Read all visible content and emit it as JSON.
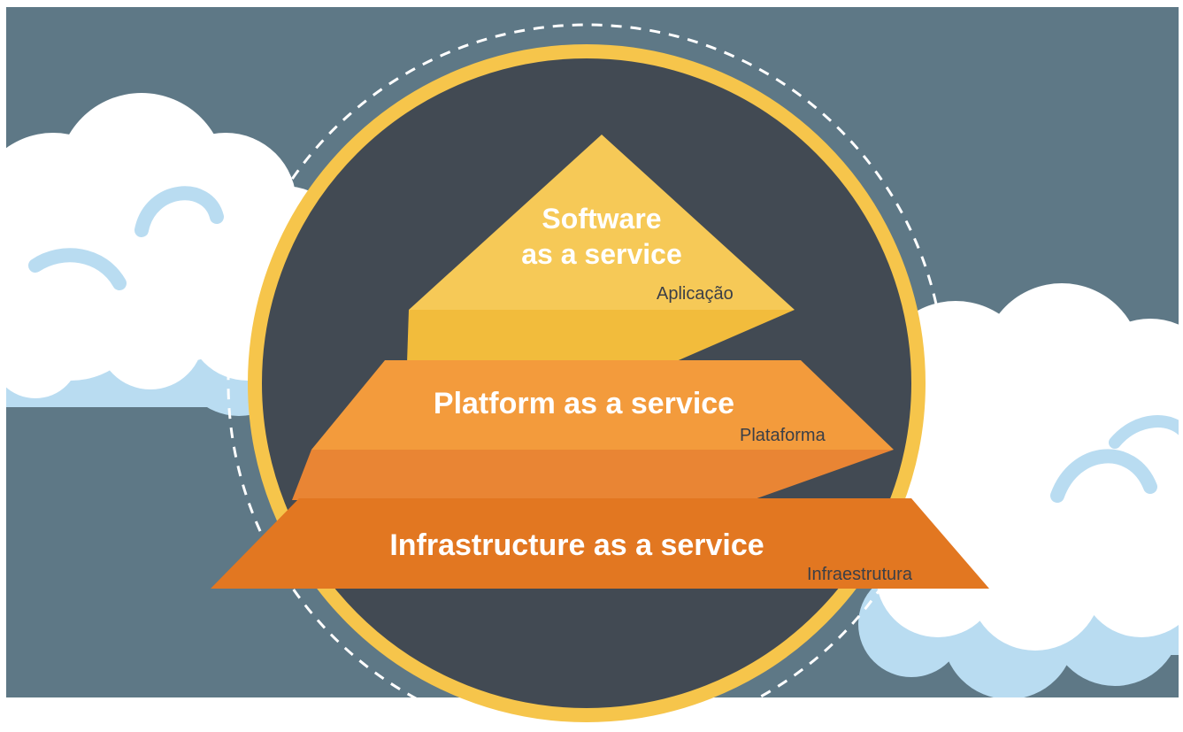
{
  "colors": {
    "sky": "#5e7886",
    "cloud": "#ffffff",
    "cloud_shadow": "#b9dcf1",
    "circle_fill": "#424a53",
    "circle_ring": "#f6c54b",
    "dashed_orbit": "#ffffff",
    "saas": "#f6c957",
    "saas_connector": "#f2bc3c",
    "paas": "#f39b3c",
    "paas_connector": "#e98534",
    "iaas": "#e27721",
    "title_text": "#ffffff",
    "sub_text": "#3b3f47"
  },
  "layers": {
    "saas": {
      "title_line1": "Software",
      "title_line2": "as a service",
      "subtitle": "Aplicação"
    },
    "paas": {
      "title": "Platform as a service",
      "subtitle": "Plataforma"
    },
    "iaas": {
      "title": "Infrastructure as a service",
      "subtitle": "Infraestrutura"
    }
  }
}
